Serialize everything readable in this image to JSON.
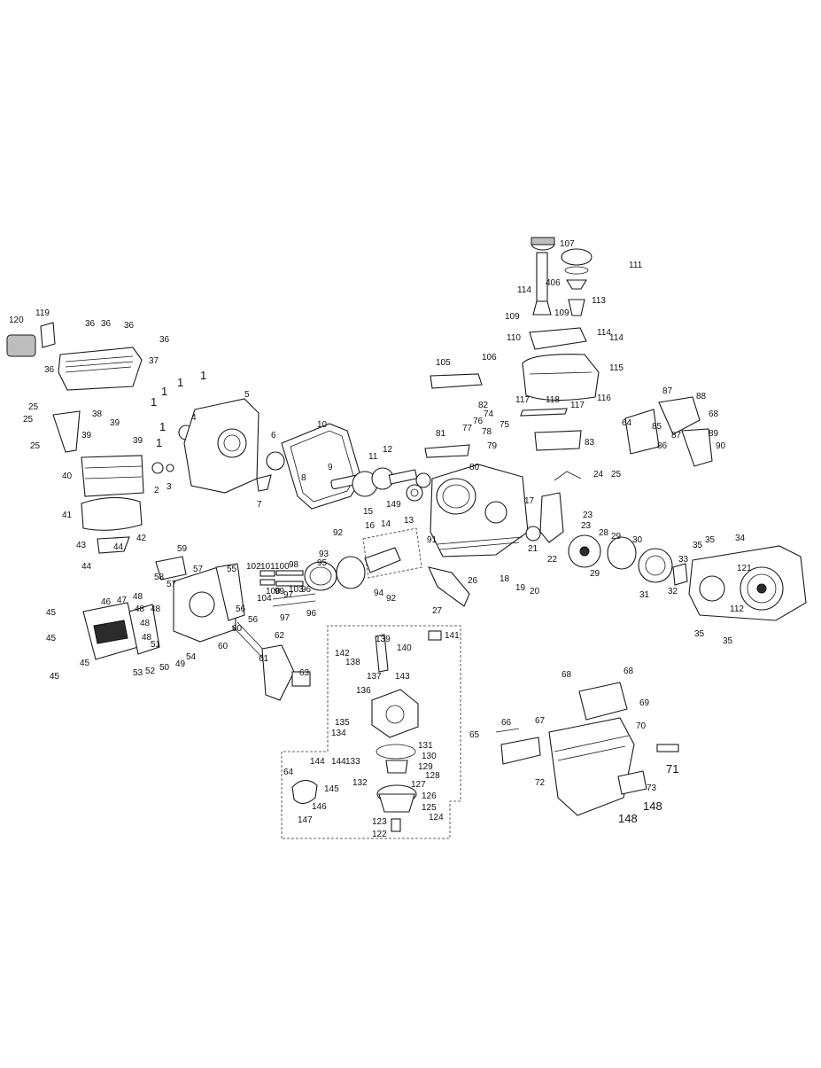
{
  "labels": [
    "120",
    "119",
    "36",
    "36",
    "36",
    "36",
    "37",
    "36",
    "25",
    "25",
    "38",
    "39",
    "39",
    "39",
    "25",
    "40",
    "41",
    "42",
    "43",
    "44",
    "44",
    "1",
    "1",
    "1",
    "1",
    "1",
    "1",
    "4",
    "2",
    "3",
    "5",
    "6",
    "7",
    "10",
    "8",
    "9",
    "11",
    "12",
    "13",
    "149",
    "15",
    "16",
    "14",
    "81",
    "77",
    "74",
    "76",
    "75",
    "78",
    "79",
    "82",
    "80",
    "17",
    "105",
    "106",
    "107",
    "111",
    "406",
    "114",
    "113",
    "109",
    "109",
    "110",
    "114",
    "114",
    "115",
    "117",
    "118",
    "117",
    "116",
    "83",
    "87",
    "88",
    "68",
    "64",
    "85",
    "87",
    "86",
    "89",
    "90",
    "24",
    "25",
    "23",
    "23",
    "22",
    "21",
    "18",
    "19",
    "20",
    "28",
    "29",
    "30",
    "29",
    "31",
    "33",
    "32",
    "34",
    "35",
    "35",
    "121",
    "112",
    "35",
    "35",
    "26",
    "27",
    "91",
    "93",
    "92",
    "94",
    "92",
    "95",
    "102",
    "101",
    "100",
    "98",
    "97",
    "103",
    "104",
    "100",
    "99",
    "96",
    "96",
    "97",
    "59",
    "58",
    "57",
    "57",
    "55",
    "56",
    "56",
    "60",
    "60",
    "61",
    "62",
    "63",
    "46",
    "47",
    "48",
    "48",
    "48",
    "48",
    "48",
    "51",
    "45",
    "45",
    "45",
    "45",
    "53",
    "52",
    "50",
    "49",
    "54",
    "139",
    "141",
    "140",
    "142",
    "138",
    "137",
    "143",
    "136",
    "135",
    "134",
    "131",
    "130",
    "129",
    "128",
    "127",
    "126",
    "125",
    "124",
    "123",
    "122",
    "133",
    "132",
    "144",
    "144",
    "145",
    "146",
    "147",
    "64",
    "65",
    "66",
    "67",
    "68",
    "68",
    "69",
    "70",
    "71",
    "72",
    "73",
    "148",
    "148"
  ]
}
